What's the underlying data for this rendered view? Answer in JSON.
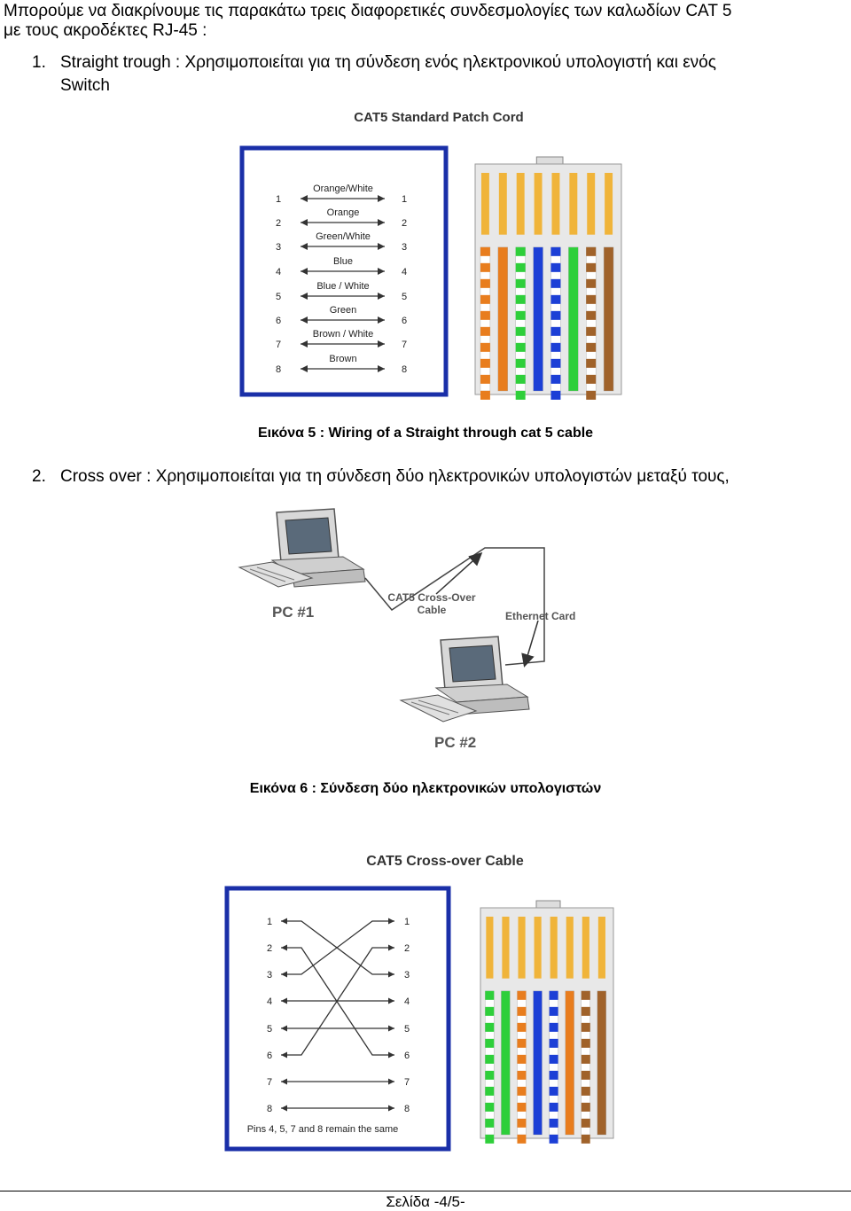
{
  "intro": {
    "line1": "Μπορούμε να διακρίνουμε τις παρακάτω τρεις διαφορετικές συνδεσμολογίες των καλωδίων CAT 5",
    "line2": "με τους ακροδέκτες RJ-45 :"
  },
  "item1": {
    "number": "1.",
    "line1": "Straight trough : Χρησιμοποιείται για τη σύνδεση ενός ηλεκτρονικού υπολογιστή και ενός",
    "line2": "Switch"
  },
  "figure5": {
    "title": "CAT5 Standard Patch Cord",
    "pins": [
      "1",
      "2",
      "3",
      "4",
      "5",
      "6",
      "7",
      "8"
    ],
    "wires": [
      "Orange/White",
      "Orange",
      "Green/White",
      "Blue",
      "Blue / White",
      "Green",
      "Brown / White",
      "Brown"
    ],
    "caption": "Εικόνα 5 : Wiring of a Straight through cat 5 cable"
  },
  "item2": {
    "number": "2.",
    "line1": "Cross over : Χρησιμοποιείται για τη σύνδεση δύο ηλεκτρονικών υπολογιστών μεταξύ τους,"
  },
  "figure6": {
    "pc1": "PC #1",
    "pc2": "PC #2",
    "cable_line1": "CAT5 Cross-Over",
    "cable_line2": "Cable",
    "card": "Ethernet Card",
    "caption": "Εικόνα 6 : Σύνδεση δύο ηλεκτρονικών υπολογιστών"
  },
  "figure7": {
    "title": "CAT5 Cross-over Cable",
    "pins": [
      "1",
      "2",
      "3",
      "4",
      "5",
      "6",
      "7",
      "8"
    ],
    "note": "Pins 4, 5, 7 and 8 remain the same"
  },
  "footer": {
    "page": "Σελίδα -4/5-"
  },
  "colors": {
    "frame_blue": "#1a2fa8",
    "orange": "#e87d1e",
    "green": "#2ecf3a",
    "blue": "#1c3fd6",
    "brown": "#a0622a",
    "connector": "#e8e8e8"
  }
}
